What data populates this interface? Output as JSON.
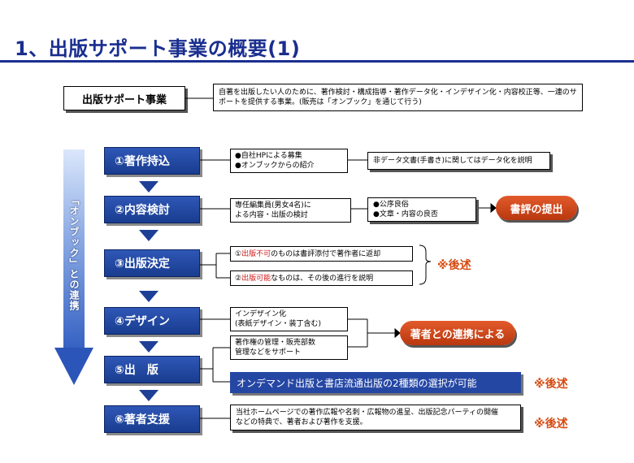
{
  "title": "1、出版サポート事業の概要(1)",
  "business": {
    "label": "出版サポート事業",
    "description": "自著を出版したい人のために、著作検討・構成指導・著作データ化・インデザイン化・内容校正等、一連のサポートを提供する事業。(販売は「オンブック」を通じて行う)"
  },
  "side_label": "「オンブック」との連携",
  "steps": [
    {
      "label": "①著作持込"
    },
    {
      "label": "②内容検討"
    },
    {
      "label": "③出版決定"
    },
    {
      "label": "④デザイン"
    },
    {
      "label": "⑤出　版"
    },
    {
      "label": "⑥著者支援"
    }
  ],
  "step1": {
    "item1": "●自社HPによる募集",
    "item2": "●オンブックからの紹介",
    "note": "非データ文書(手書き)に関してはデータ化を説明"
  },
  "step2": {
    "desc_line1": "専任編集員(男女4名)に",
    "desc_line2": "よる内容・出版の検討",
    "crit1": "●公序良俗",
    "crit2": "●文章・内容の良否",
    "result": "書評の提出"
  },
  "step3": {
    "opt1_prefix": "①",
    "opt1_em": "出版不可",
    "opt1_rest": "のものは書評添付で著作者に返却",
    "opt2_prefix": "②",
    "opt2_em": "出版可能",
    "opt2_rest": "なものは、その後の進行を説明",
    "later": "※後述"
  },
  "step4": {
    "desc_line1": "インデザイン化",
    "desc_line2": "(表紙デザイン・装丁含む)",
    "collab": "著者との連携による"
  },
  "step5": {
    "desc_line1": "著作権の管理・販売部数",
    "desc_line2": "管理などをサポート",
    "banner": "オンデマンド出版と書店流通出版の2種類の選択が可能",
    "later": "※後述"
  },
  "step6": {
    "desc_line1": "当社ホームページでの著作広報や名刺・広報物の進呈、出版記念パーティの開催",
    "desc_line2": "などの特典で、著者および著作を支援。",
    "later": "※後述"
  }
}
